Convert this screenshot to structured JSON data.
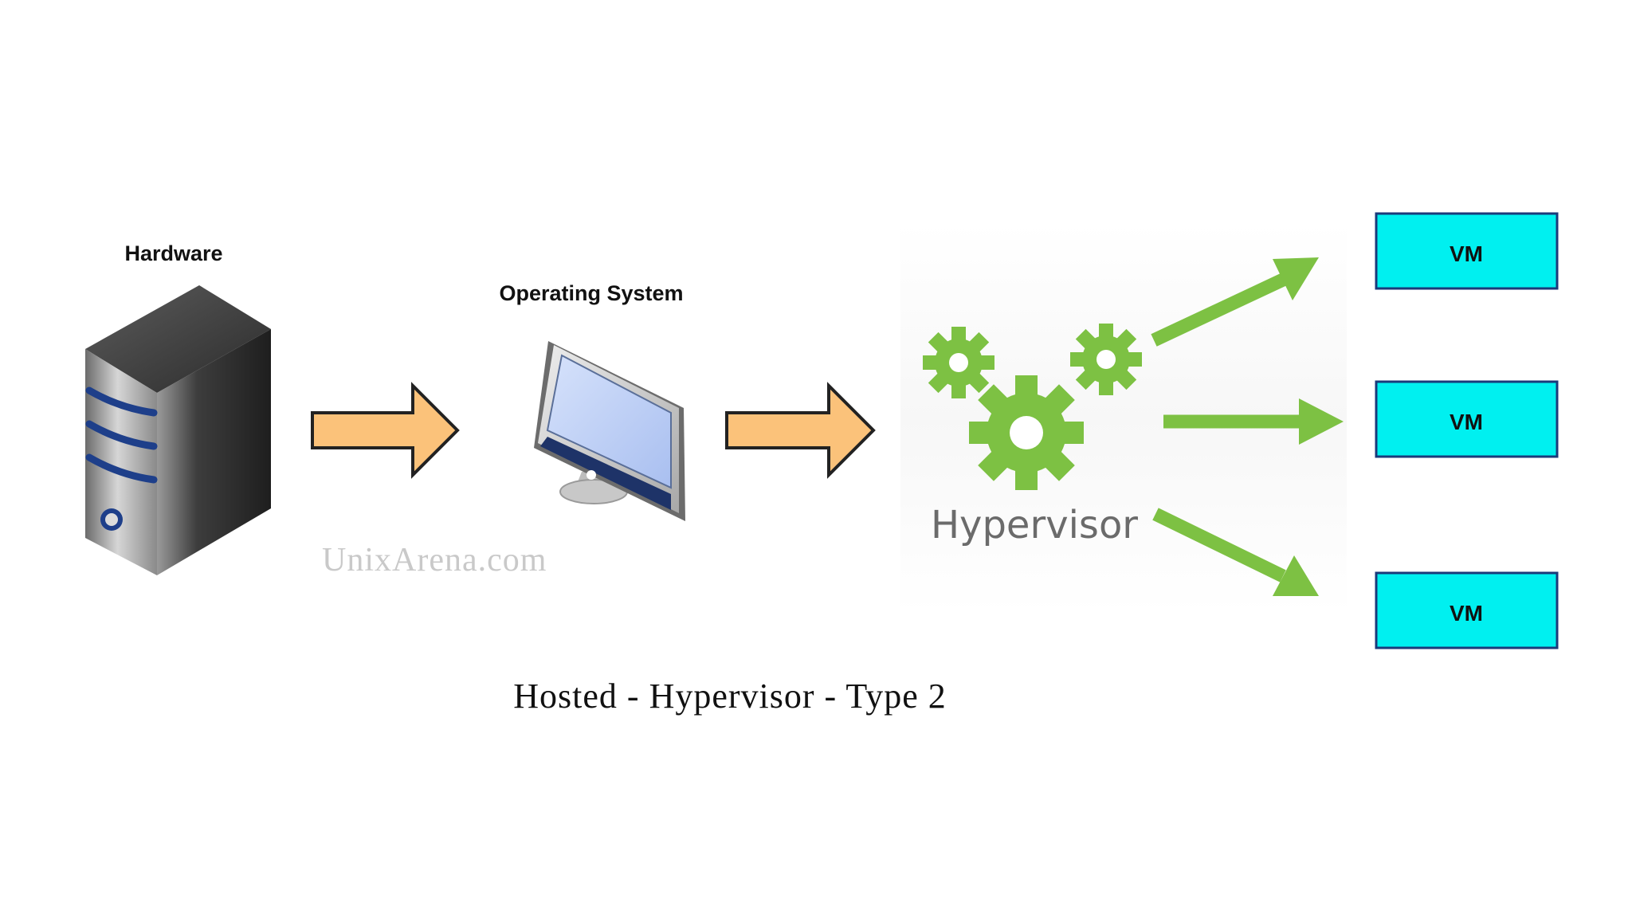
{
  "labels": {
    "hardware": "Hardware",
    "operating_system": "Operating System",
    "hypervisor": "Hypervisor",
    "caption": "Hosted - Hypervisor - Type 2",
    "watermark": "UnixArena.com"
  },
  "vms": [
    {
      "label": "VM"
    },
    {
      "label": "VM"
    },
    {
      "label": "VM"
    }
  ],
  "icons": {
    "hardware": "server-icon",
    "operating_system": "monitor-icon",
    "hypervisor": "gears-icon"
  },
  "colors": {
    "flow_arrow": "#fbc27a",
    "hypervisor_green": "#7dc143",
    "vm_fill": "#00f0f0",
    "vm_border": "#1a3a7a",
    "server_stripe": "#1e3f8a"
  }
}
